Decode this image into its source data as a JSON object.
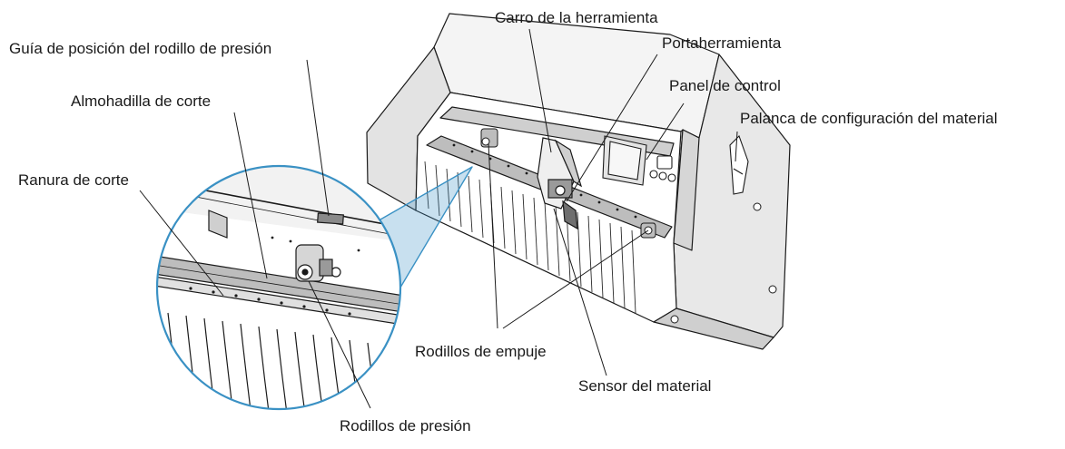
{
  "labels": {
    "tool_carriage": "Carro de la herramienta",
    "tool_holder": "Portaherramienta",
    "push_roller_guide": "Guía de posición del rodillo de presión",
    "control_panel": "Panel de control",
    "cutting_mat": "Almohadilla de corte",
    "media_set_lever": "Palanca de configuración del material",
    "cutting_groove": "Ranura de corte",
    "grit_rollers": "Rodillos de empuje",
    "media_sensor": "Sensor del material",
    "push_rollers": "Rodillos de presión"
  },
  "colors": {
    "line": "#1a1a1a",
    "body_fill": "#ffffff",
    "shadow": "#d9d9d9",
    "accent": "#3a91c4",
    "marker": "#8a8a8a"
  }
}
